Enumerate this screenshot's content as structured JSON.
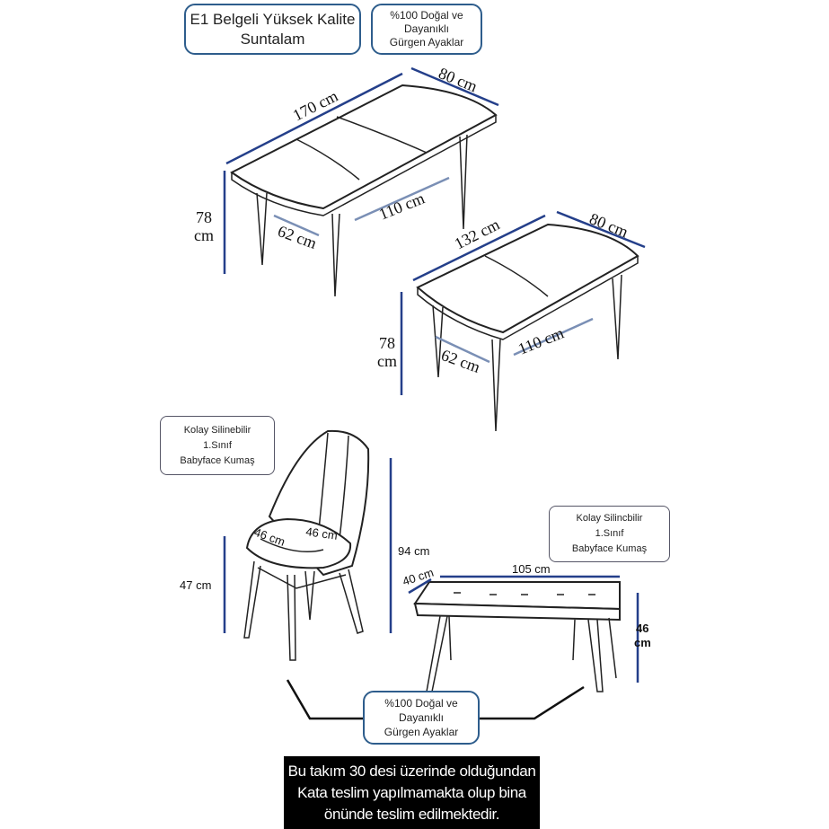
{
  "top_labels": {
    "suntalam": [
      "E1 Belgeli Yüksek Kalite",
      "Suntalam"
    ],
    "legs": [
      "%100 Doğal ve",
      "Dayanıklı",
      "Gürgen Ayaklar"
    ]
  },
  "table_extended": {
    "length": "170 cm",
    "width": "80 cm",
    "height": [
      "78",
      "cm"
    ],
    "leaf": "62 cm",
    "base": "110 cm"
  },
  "table_closed": {
    "length": "132 cm",
    "width": "80 cm",
    "height": [
      "78",
      "cm"
    ],
    "leaf": "62 cm",
    "base": "110 cm"
  },
  "chair": {
    "fabric_label": [
      "Kolay Silinebilir",
      "1.Sınıf",
      "Babyface Kumaş"
    ],
    "seat_height": "47 cm",
    "total_height": "94 cm",
    "seat_depth": "46 cm",
    "seat_width": "46 cm"
  },
  "bench": {
    "fabric_label": [
      "Kolay Silincbilir",
      "1.Sınıf",
      "Babyface Kumaş"
    ],
    "length": "105 cm",
    "depth": "40 cm",
    "height": [
      "46",
      "cm"
    ]
  },
  "bottom_label": [
    "%100 Doğal ve",
    "Dayanıklı",
    "Gürgen Ayaklar"
  ],
  "notice": [
    "Bu takım 30 desi üzerinde olduğundan",
    "Kata teslim yapılmamakta olup bina",
    "önünde teslim edilmektedir."
  ]
}
